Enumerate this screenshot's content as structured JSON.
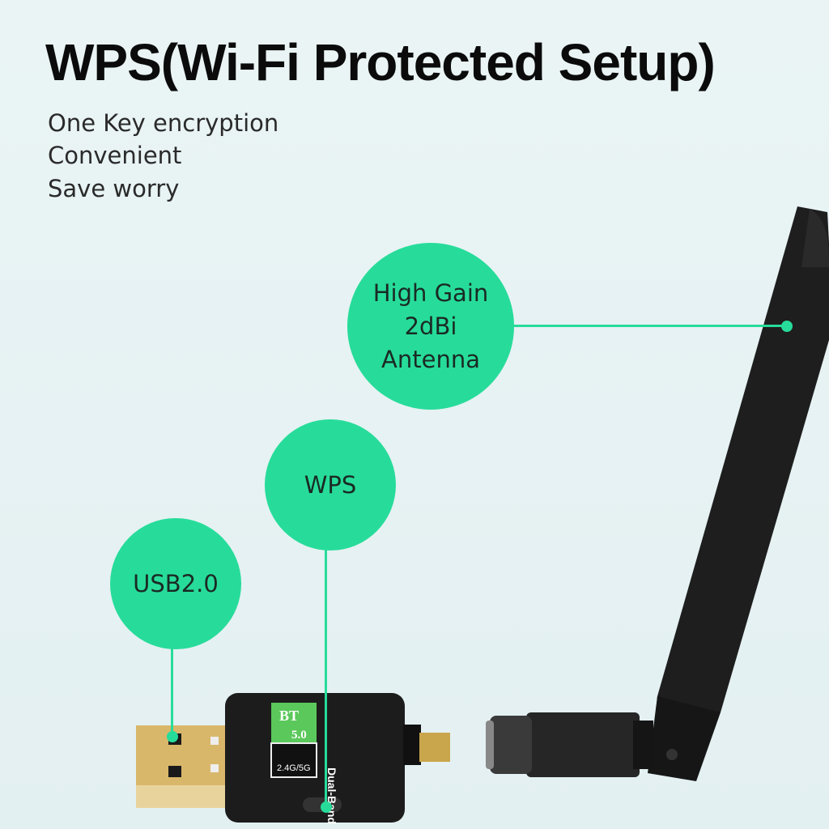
{
  "headline": "WPS(Wi-Fi Protected Setup)",
  "features": [
    "One Key encryption",
    "Convenient",
    "Save worry"
  ],
  "callouts": {
    "antenna": [
      "High Gain",
      "2dBi",
      "Antenna"
    ],
    "wps": "WPS",
    "usb": "USB2.0"
  },
  "device_label": {
    "bt": "BT",
    "bt_version": "5.0",
    "bands": "2.4G/5G",
    "brand": "Dual-Band"
  },
  "colors": {
    "accent": "#27dc9a",
    "background": "#e8f3f4",
    "device": "#1c1c1c"
  }
}
